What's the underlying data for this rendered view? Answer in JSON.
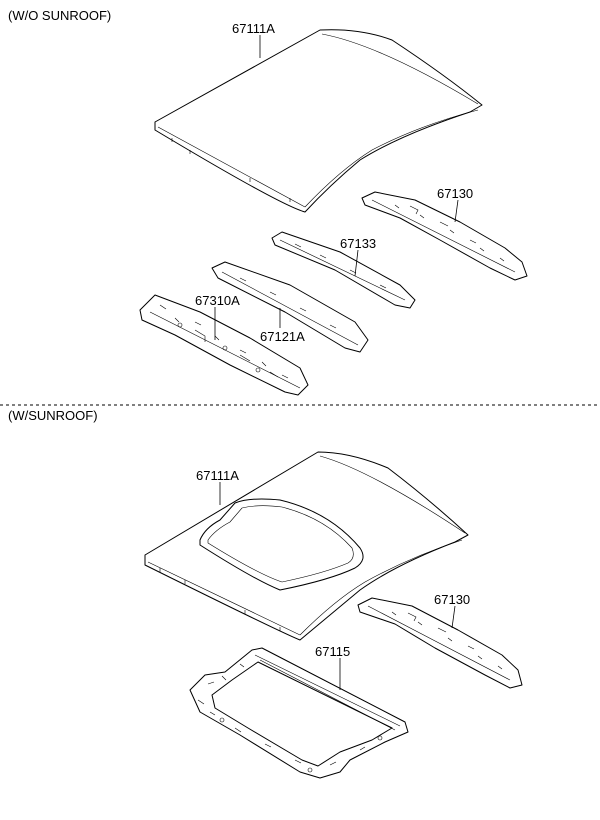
{
  "sections": [
    {
      "heading": "(W/O SUNROOF)",
      "parts": [
        {
          "number": "67111A"
        },
        {
          "number": "67130"
        },
        {
          "number": "67133"
        },
        {
          "number": "67310A"
        },
        {
          "number": "67121A"
        }
      ]
    },
    {
      "heading": "(W/SUNROOF)",
      "parts": [
        {
          "number": "67111A"
        },
        {
          "number": "67130"
        },
        {
          "number": "67115"
        }
      ]
    }
  ]
}
